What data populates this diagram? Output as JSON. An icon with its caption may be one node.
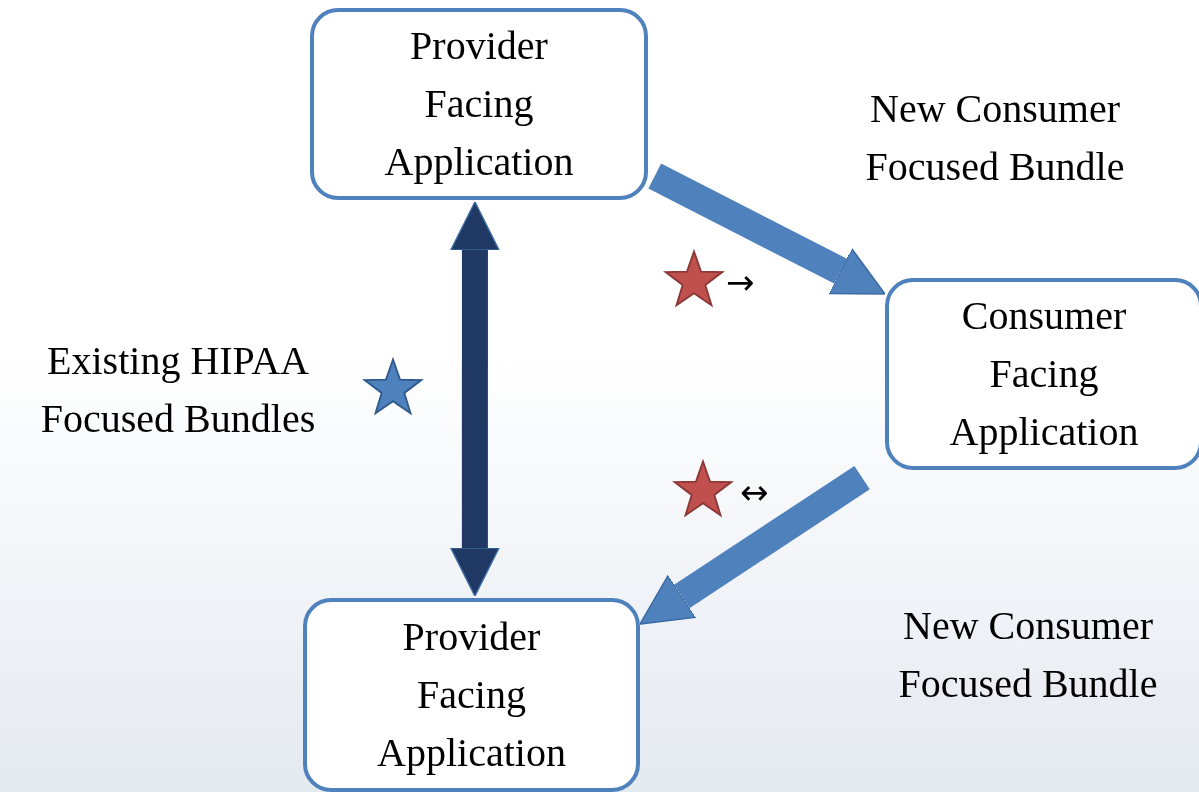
{
  "diagram": {
    "nodes": [
      {
        "text": [
          "Provider Facing Application"
        ]
      },
      {
        "text": [
          "Consumer Facing Application"
        ]
      },
      {
        "text": [
          "Provider Facing Application"
        ]
      }
    ],
    "edges": [
      {
        "from": 0,
        "to": 1,
        "arrow": "to",
        "label": "New Consumer Focused Bundle"
      },
      {
        "from": 1,
        "to": 2,
        "arrow": "to",
        "label": "New Consumer Focused Bundle"
      },
      {
        "from": 0,
        "to": 2,
        "arrow": "both",
        "color": "#1f3864",
        "label": "Existing HIPAA Focused Bundles"
      }
    ],
    "labels": [
      "→",
      "↔"
    ]
  }
}
